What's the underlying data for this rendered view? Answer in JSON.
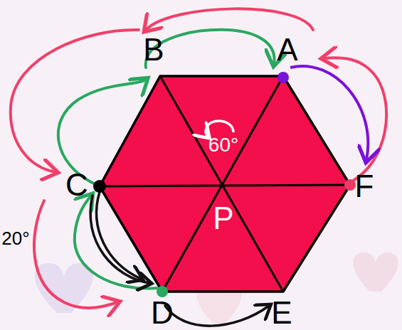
{
  "diagram": {
    "labels": [
      "B",
      "A",
      "C",
      "D",
      "E",
      "F",
      "P",
      "60°",
      "20°"
    ]
  }
}
